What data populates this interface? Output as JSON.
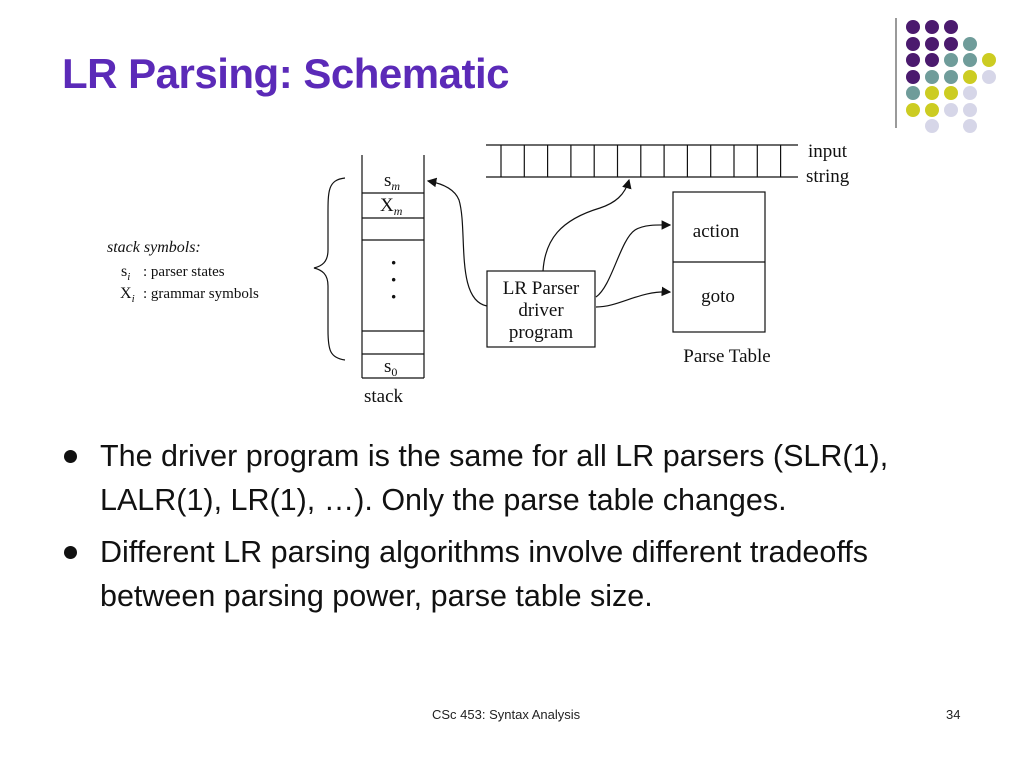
{
  "slide": {
    "title": "LR Parsing: Schematic",
    "bullets": [
      "The driver program is the same for all LR parsers (SLR(1), LALR(1), LR(1), …).  Only the parse table changes.",
      "Different LR parsing algorithms involve different tradeoffs between parsing power, parse table size."
    ],
    "footer": "CSc 453: Syntax Analysis",
    "page_number": "34"
  },
  "diagram": {
    "legend_title": "stack symbols:",
    "legend_state_sym": "s",
    "legend_state_sub": "i",
    "legend_state_text": ":  parser states",
    "legend_grammar_sym": "X",
    "legend_grammar_sub": "i",
    "legend_grammar_text": ":  grammar symbols",
    "stack_top_state": "s",
    "stack_top_state_sub": "m",
    "stack_top_symbol": "X",
    "stack_top_symbol_sub": "m",
    "stack_dots": "·",
    "stack_bottom_state": "s",
    "stack_bottom_state_sub": "0",
    "stack_label": "stack",
    "input_label_line1": "input",
    "input_label_line2": "string",
    "driver_line1": "LR Parser",
    "driver_line2": "driver",
    "driver_line3": "program",
    "table_action": "action",
    "table_goto": "goto",
    "table_label": "Parse  Table"
  },
  "colors": {
    "title": "#5b2ab8",
    "purple": "#4b1a6e",
    "teal": "#6f9c9a",
    "yellow": "#cccc22",
    "lavender": "#d6d6e8"
  },
  "decor": {
    "dot_grid": [
      [
        "purple",
        "purple",
        "purple",
        ""
      ],
      [
        "purple",
        "purple",
        "purple",
        "teal"
      ],
      [
        "purple",
        "purple",
        "teal",
        "teal",
        "yellow"
      ],
      [
        "purple",
        "teal",
        "teal",
        "yellow",
        "lavender"
      ],
      [
        "teal",
        "yellow",
        "yellow",
        "lavender",
        ""
      ],
      [
        "yellow",
        "yellow",
        "lavender",
        "lavender",
        ""
      ],
      [
        "",
        "lavender",
        "",
        "lavender",
        ""
      ]
    ]
  }
}
